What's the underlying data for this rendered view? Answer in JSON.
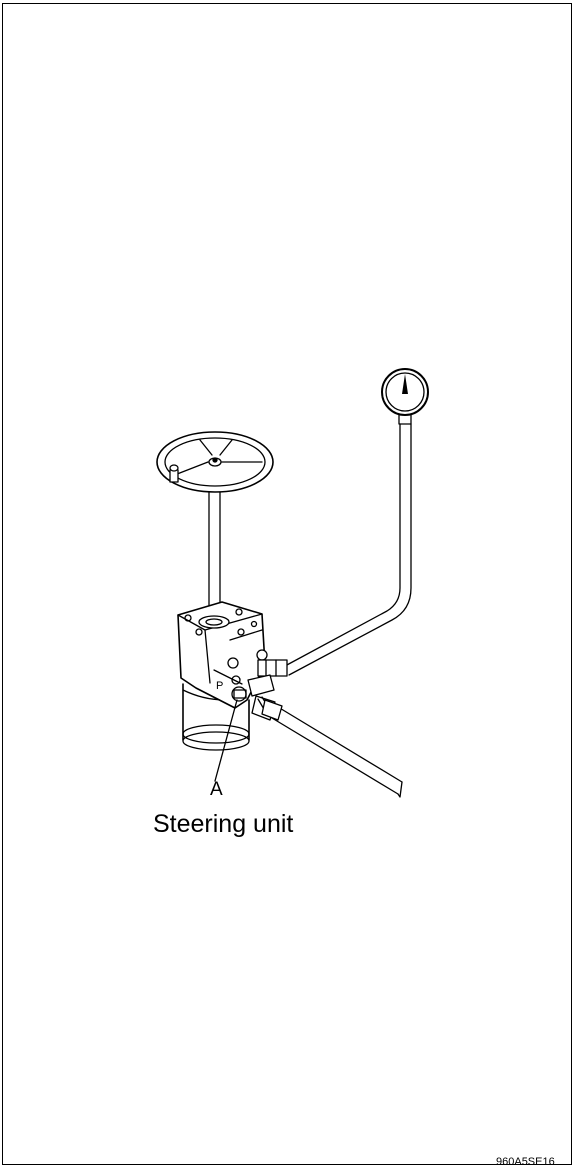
{
  "figure": {
    "callout": "A",
    "caption": "Steering unit",
    "figure_code": "960A5SE16",
    "port_mark": "P"
  }
}
